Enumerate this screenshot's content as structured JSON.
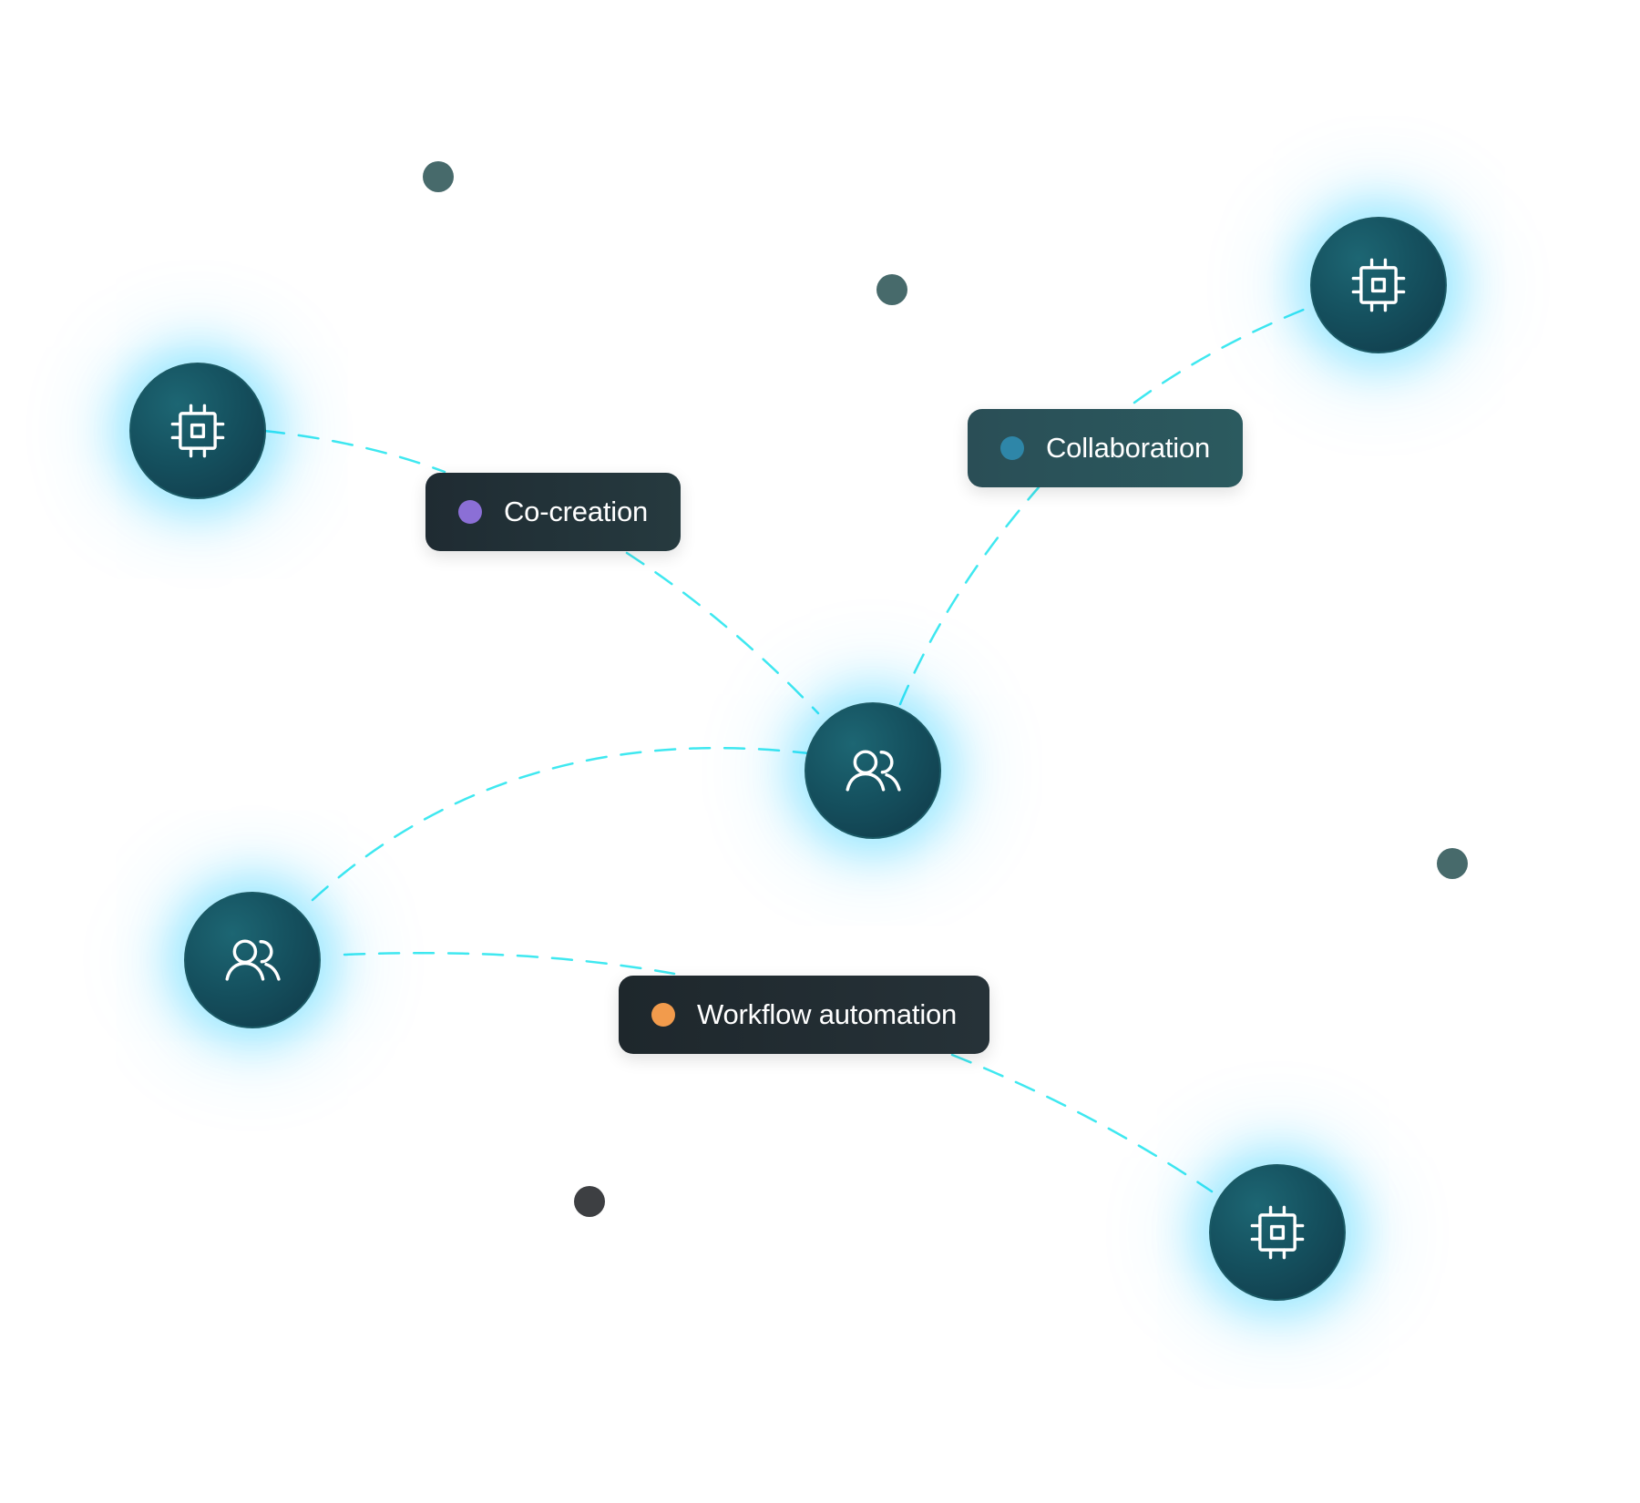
{
  "labels": [
    {
      "id": "cocreation",
      "text": "Co-creation",
      "dot_color": "#8b6fd6"
    },
    {
      "id": "collaboration",
      "text": "Collaboration",
      "dot_color": "#2e86a8"
    },
    {
      "id": "workflow",
      "text": "Workflow automation",
      "dot_color": "#f29b4c"
    }
  ],
  "nodes": [
    {
      "id": "chip-left",
      "icon": "chip-icon"
    },
    {
      "id": "chip-top-right",
      "icon": "chip-icon"
    },
    {
      "id": "chip-bottom-right",
      "icon": "chip-icon"
    },
    {
      "id": "users-center",
      "icon": "users-icon"
    },
    {
      "id": "users-left",
      "icon": "users-icon"
    }
  ],
  "colors": {
    "connector": "#3fe8f0",
    "node_fill": "#15515f",
    "glow": "#00c8ff",
    "dot_teal": "#476a6b",
    "dot_dark": "#3d3f42"
  }
}
